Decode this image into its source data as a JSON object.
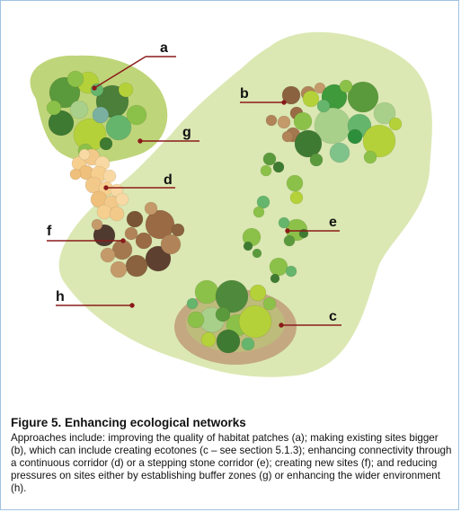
{
  "labels": {
    "a": "a",
    "b": "b",
    "c": "c",
    "d": "d",
    "e": "e",
    "f": "f",
    "g": "g",
    "h": "h"
  },
  "caption": {
    "title": "Figure 5. Enhancing ecological networks",
    "body": "Approaches include: improving the quality of habitat patches (a); making existing sites bigger (b), which can include creating ecotones (c – see section 5.1.3); enhancing connectivity through a continuous corridor (d) or a stepping stone corridor (e); creating new sites (f); and reducing pressures on sites either by establishing buffer zones (g) or enhancing the wider environment (h)."
  },
  "colors": {
    "wider_environment": "#dbe8b3",
    "buffer_zone": "#bfd57a",
    "ecotone": "#c4a882",
    "leader_line": "#8b1a1a",
    "corridor": "#f3c98a",
    "new_site": "#8a6240"
  }
}
